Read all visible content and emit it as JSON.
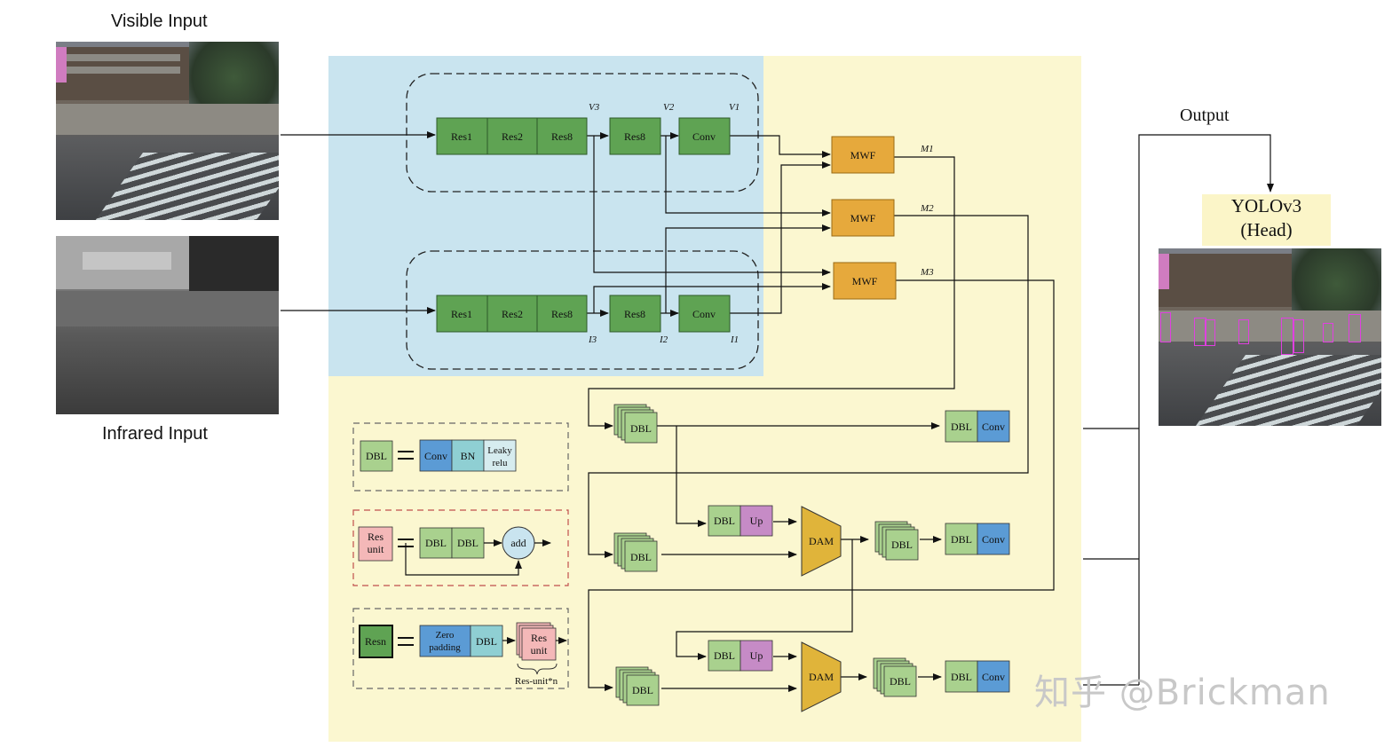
{
  "inputs": {
    "visible_label": "Visible Input",
    "infrared_label": "Infrared Input"
  },
  "output": {
    "label": "Output",
    "head_line1": "YOLOv3",
    "head_line2": "(Head)"
  },
  "backbone": {
    "visible_blocks": [
      "Res1",
      "Res2",
      "Res8",
      "Res8",
      "Conv"
    ],
    "infrared_blocks": [
      "Res1",
      "Res2",
      "Res8",
      "Res8",
      "Conv"
    ],
    "visible_tags": [
      "V3",
      "V2",
      "V1"
    ],
    "infrared_tags": [
      "I3",
      "I2",
      "I1"
    ]
  },
  "fusion": {
    "mwf_label": "MWF",
    "mwf_tags": [
      "M1",
      "M2",
      "M3"
    ]
  },
  "neck": {
    "dbl": "DBL",
    "conv": "Conv",
    "up": "Up",
    "dam": "DAM"
  },
  "legend": {
    "dbl_parts": [
      "Conv",
      "BN",
      "Leaky relu"
    ],
    "res_unit": "Res unit",
    "add": "add",
    "resn": "Resn",
    "zero_padding": "Zero padding",
    "res_unit_n": "Res-unit*n"
  },
  "watermark": "知乎 @Brickman",
  "colors": {
    "backbone_bg": "#c9e4ef",
    "yellow_bg": "#fbf7d0",
    "res_green": "#5fa353",
    "dbl_green": "#a9d18e",
    "mwf_orange": "#e6a93c",
    "dam_gold": "#e0b43a",
    "conv_blue": "#5b9bd5",
    "bn_teal": "#8fcfd3",
    "up_purple": "#c68bc6",
    "res_pink": "#f4b8b8",
    "head_bg": "#fbf5c8"
  }
}
